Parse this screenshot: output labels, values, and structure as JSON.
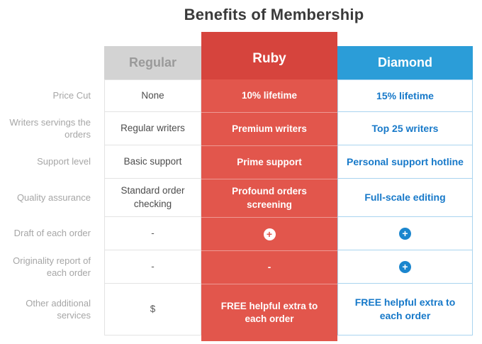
{
  "title": "Benefits of Membership",
  "plans": {
    "regular": {
      "label": "Regular"
    },
    "ruby": {
      "label": "Ruby"
    },
    "diamond": {
      "label": "Diamond"
    }
  },
  "glyphs": {
    "plus": "+"
  },
  "rows": [
    {
      "label": "Price Cut",
      "regular": "None",
      "ruby": "10% lifetime",
      "diamond": "15% lifetime"
    },
    {
      "label": "Writers servings the orders",
      "regular": "Regular writers",
      "ruby": "Premium writers",
      "diamond": "Top 25 writers"
    },
    {
      "label": "Support level",
      "regular": "Basic support",
      "ruby": "Prime support",
      "diamond": "Personal support hotline"
    },
    {
      "label": "Quality assurance",
      "regular": "Standard order checking",
      "ruby": "Profound orders screening",
      "diamond": "Full-scale editing"
    },
    {
      "label": "Draft of each order",
      "regular": "-",
      "ruby": "plus-icon",
      "diamond": "plus-icon"
    },
    {
      "label": "Originality report of each order",
      "regular": "-",
      "ruby": "-",
      "diamond": "plus-icon"
    },
    {
      "label": "Other additional services",
      "regular": "$",
      "ruby": "FREE helpful extra to each order",
      "diamond": "FREE helpful extra to each order"
    }
  ],
  "colors": {
    "ruby_header": "#d6443d",
    "ruby_body": "#e2564c",
    "diamond_header": "#2b9dd8",
    "diamond_text": "#1779c9",
    "diamond_border": "#a9d4ef",
    "regular_header_bg": "#d3d3d3",
    "regular_header_text": "#9a9a9a",
    "regular_border": "#e3e3e3",
    "label_text": "#a6a6a6",
    "title_text": "#3a3a3a"
  }
}
